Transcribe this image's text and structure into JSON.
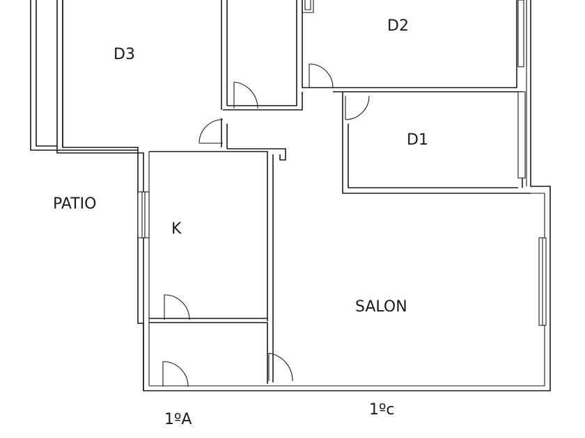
{
  "plan": {
    "rooms": {
      "d3": "D3",
      "d2": "D2",
      "d1": "D1",
      "k": "K",
      "salon": "SALON",
      "patio": "PATIO"
    },
    "units": {
      "left": "1ºA",
      "right": "1ºc"
    }
  }
}
